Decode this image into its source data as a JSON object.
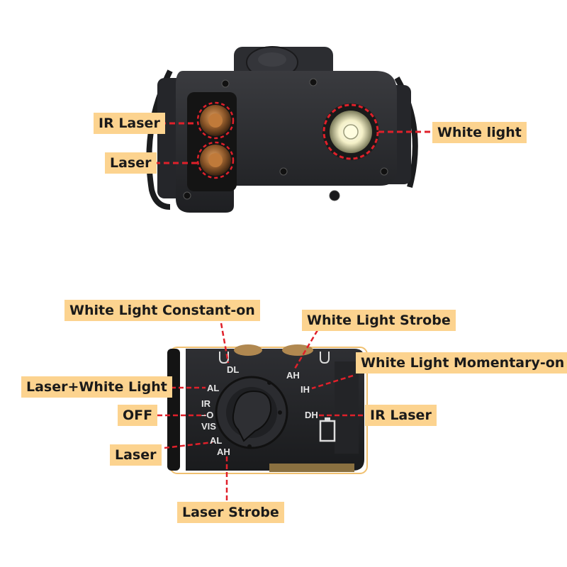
{
  "top_callouts": {
    "ir_laser": "IR Laser",
    "laser": "Laser",
    "white_light": "White light"
  },
  "bottom_callouts": {
    "white_light_constant_on": "White Light Constant-on",
    "white_light_strobe": "White Light Strobe",
    "white_light_momentary_on": "White Light Momentary-on",
    "laser_white_light": "Laser+White Light",
    "off": "OFF",
    "ir_laser": "IR Laser",
    "laser": "Laser",
    "laser_strobe": "Laser Strobe"
  },
  "selector_markings": {
    "dl": "DL",
    "ah_top": "AH",
    "ih": "IH",
    "dh": "DH",
    "al_left": "AL",
    "ir": "IR",
    "zero": "–O",
    "vis": "VIS",
    "al_bottom": "AL",
    "ah_bottom": "AH"
  },
  "colors": {
    "callout_bg": "#fcd38f",
    "dash": "#e0202a",
    "device_body": "#2a2b2e",
    "frame_border": "#f0c070"
  }
}
